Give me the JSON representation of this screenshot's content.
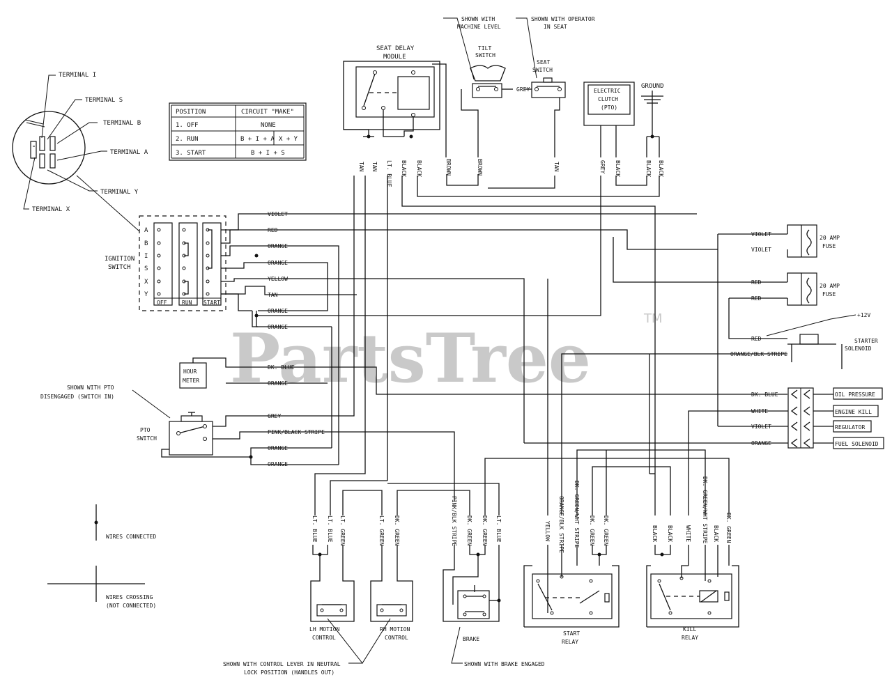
{
  "watermark": {
    "brand": "PartsTree",
    "trademark": "TM"
  },
  "key_switch": {
    "terminals": [
      "TERMINAL I",
      "TERMINAL S",
      "TERMINAL B",
      "TERMINAL A",
      "TERMINAL Y",
      "TERMINAL X"
    ]
  },
  "position_table": {
    "headers": [
      "POSITION",
      "CIRCUIT \"MAKE\""
    ],
    "rows": [
      {
        "position": "1. OFF",
        "circuit": "NONE"
      },
      {
        "position": "2. RUN",
        "circuit": "B + I + A",
        "circuit2": "X + Y"
      },
      {
        "position": "3. START",
        "circuit": "B + I + S"
      }
    ]
  },
  "components": {
    "seat_delay": "SEAT DELAY",
    "seat_delay_2": "MODULE",
    "tilt_note": "SHOWN WITH",
    "tilt_note_2": "MACHINE LEVEL",
    "seat_note": "SHOWN WITH OPERATOR",
    "seat_note_2": "IN SEAT",
    "tilt": "TILT",
    "tilt_2": "SWITCH",
    "seat": "SEAT",
    "seat_2": "SWITCH",
    "clutch": "ELECTRIC",
    "clutch_2": "CLUTCH",
    "clutch_3": "(PTO)",
    "ground": "GROUND",
    "ignition": "IGNITION",
    "ignition_2": "SWITCH",
    "ign_terms": [
      "A",
      "B",
      "I",
      "S",
      "X",
      "Y"
    ],
    "ign_cols": [
      "OFF",
      "RUN",
      "START"
    ],
    "fuse1": "20 AMP",
    "fuse1_2": "FUSE",
    "fuse2": "20 AMP",
    "fuse2_2": "FUSE",
    "plus12": "+12V",
    "starter": "STARTER",
    "starter_2": "SOLENOID",
    "hour": "HOUR",
    "hour_2": "METER",
    "pto_note": "SHOWN WITH PTO",
    "pto_note_2": "DISENGAGED (SWITCH IN)",
    "pto": "PTO",
    "pto_2": "SWITCH",
    "lh": "LH MOTION",
    "lh_2": "CONTROL",
    "rh": "RH MOTION",
    "rh_2": "CONTROL",
    "brake": "BRAKE",
    "start_relay": "START",
    "start_relay_2": "RELAY",
    "kill_relay": "KILL",
    "kill_relay_2": "RELAY",
    "oil": "OIL PRESSURE",
    "engine_kill": "ENGINE KILL",
    "regulator": "REGULATOR",
    "fuel": "FUEL SOLENOID",
    "lever_note": "SHOWN WITH CONTROL LEVER IN NEUTRAL",
    "lever_note_2": "LOCK POSITION (HANDLES OUT)",
    "brake_note": "SHOWN WITH BRAKE ENGAGED"
  },
  "legend": {
    "connected": "WIRES CONNECTED",
    "crossing": "WIRES CROSSING",
    "crossing_2": "(NOT CONNECTED)"
  },
  "wire_labels": {
    "top": [
      "TAN",
      "TAN",
      "LT. BLUE",
      "BLACK",
      "BLACK",
      "BROWN",
      "BROWN",
      "TAN",
      "GREY",
      "BLACK",
      "BLACK",
      "BLACK"
    ],
    "grey_link": "GREY",
    "ignition_out": [
      "VIOLET",
      "RED",
      "ORANGE",
      "ORANGE",
      "YELLOW",
      "TAN",
      "ORANGE",
      "ORANGE"
    ],
    "hour_pto": [
      "DK. BLUE",
      "ORANGE",
      "GREY",
      "PINK/BLACK STRIPE",
      "ORANGE",
      "ORANGE"
    ],
    "fuse_side": [
      "VIOLET",
      "VIOLET",
      "RED",
      "RED",
      "RED",
      "ORANGE/BLK STRIPE"
    ],
    "connector": [
      "DK. BLUE",
      "WHITE",
      "VIOLET",
      "ORANGE"
    ],
    "motion": [
      "LT. BLUE",
      "LT. BLUE",
      "LT. GREEN",
      "LT. GREEN",
      "DK. GREEN"
    ],
    "brake": [
      "PINK/BLK STRIPE",
      "DK. GREEN",
      "DK. GREEN",
      "LT. BLUE"
    ],
    "start_relay": [
      "YELLOW",
      "ORANGE/BLK STRIPE",
      "DK. GREEN/WHT STRIPE",
      "DK. GREEN",
      "DK. GREEN"
    ],
    "kill_relay": [
      "BLACK",
      "BLACK",
      "WHITE",
      "DK. GREEN/WHT STRIPE",
      "BLACK",
      "DK. GREEN"
    ]
  }
}
